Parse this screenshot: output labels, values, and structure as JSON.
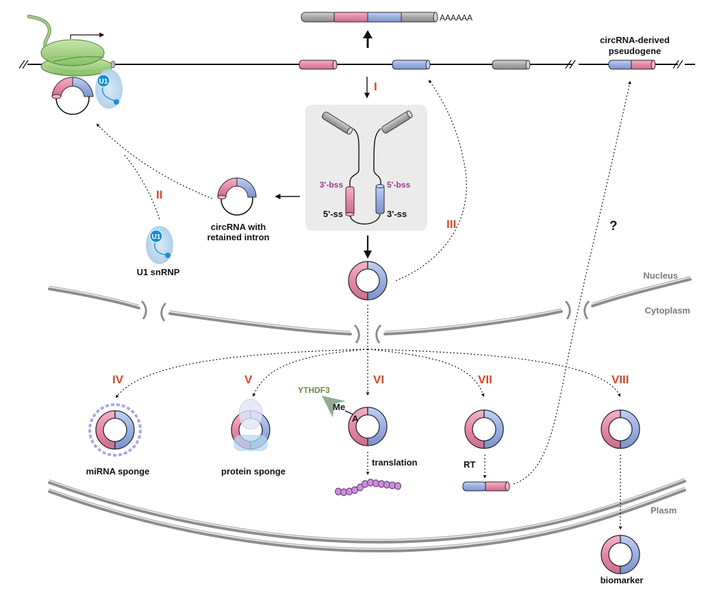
{
  "figure": {
    "topic": "circRNA biogenesis, regulation and function",
    "colors": {
      "exon_pink": "#e48aa8",
      "exon_blue": "#9aaee0",
      "exon_grey": "#a8a8a8",
      "roman_numeral": "#d9452a",
      "splice_site_purple": "#9b3a8e",
      "compartment_grey": "#7a7a7a",
      "polymerase_green": "#9fcf7e",
      "u1_blue": "#1a8fd0",
      "ythdf3_green": "#6a8a3a",
      "peptide_purple": "#c98fd8"
    }
  },
  "transcript": {
    "polyA_tail": "AAAAAA"
  },
  "genome": {
    "pseudogene_label_line1": "circRNA-derived",
    "pseudogene_label_line2": "pseudogene"
  },
  "backsplicing_box": {
    "label_3bss": "3'-bss",
    "label_5bss": "5'-bss",
    "label_5ss": "5'-ss",
    "label_3ss": "3'-ss"
  },
  "pathways": {
    "I": "I",
    "II": "II",
    "III": "III",
    "IV": "IV",
    "V": "V",
    "VI": "VI",
    "VII": "VII",
    "VIII": "VIII",
    "question": "?"
  },
  "labels": {
    "eiciRNA_line1": "circRNA with",
    "eiciRNA_line2": "retained intron",
    "u1_snrnp": "U1 snRNP",
    "u1_badge": "U1",
    "mirna_sponge": "miRNA sponge",
    "protein_sponge": "protein sponge",
    "ythdf3": "YTHDF3",
    "methyl": "Me",
    "adenosine": "A",
    "translation": "translation",
    "rt": "RT",
    "biomarker": "biomarker"
  },
  "compartments": {
    "nucleus": "Nucleus",
    "cytoplasm": "Cytoplasm",
    "plasm": "Plasm"
  }
}
